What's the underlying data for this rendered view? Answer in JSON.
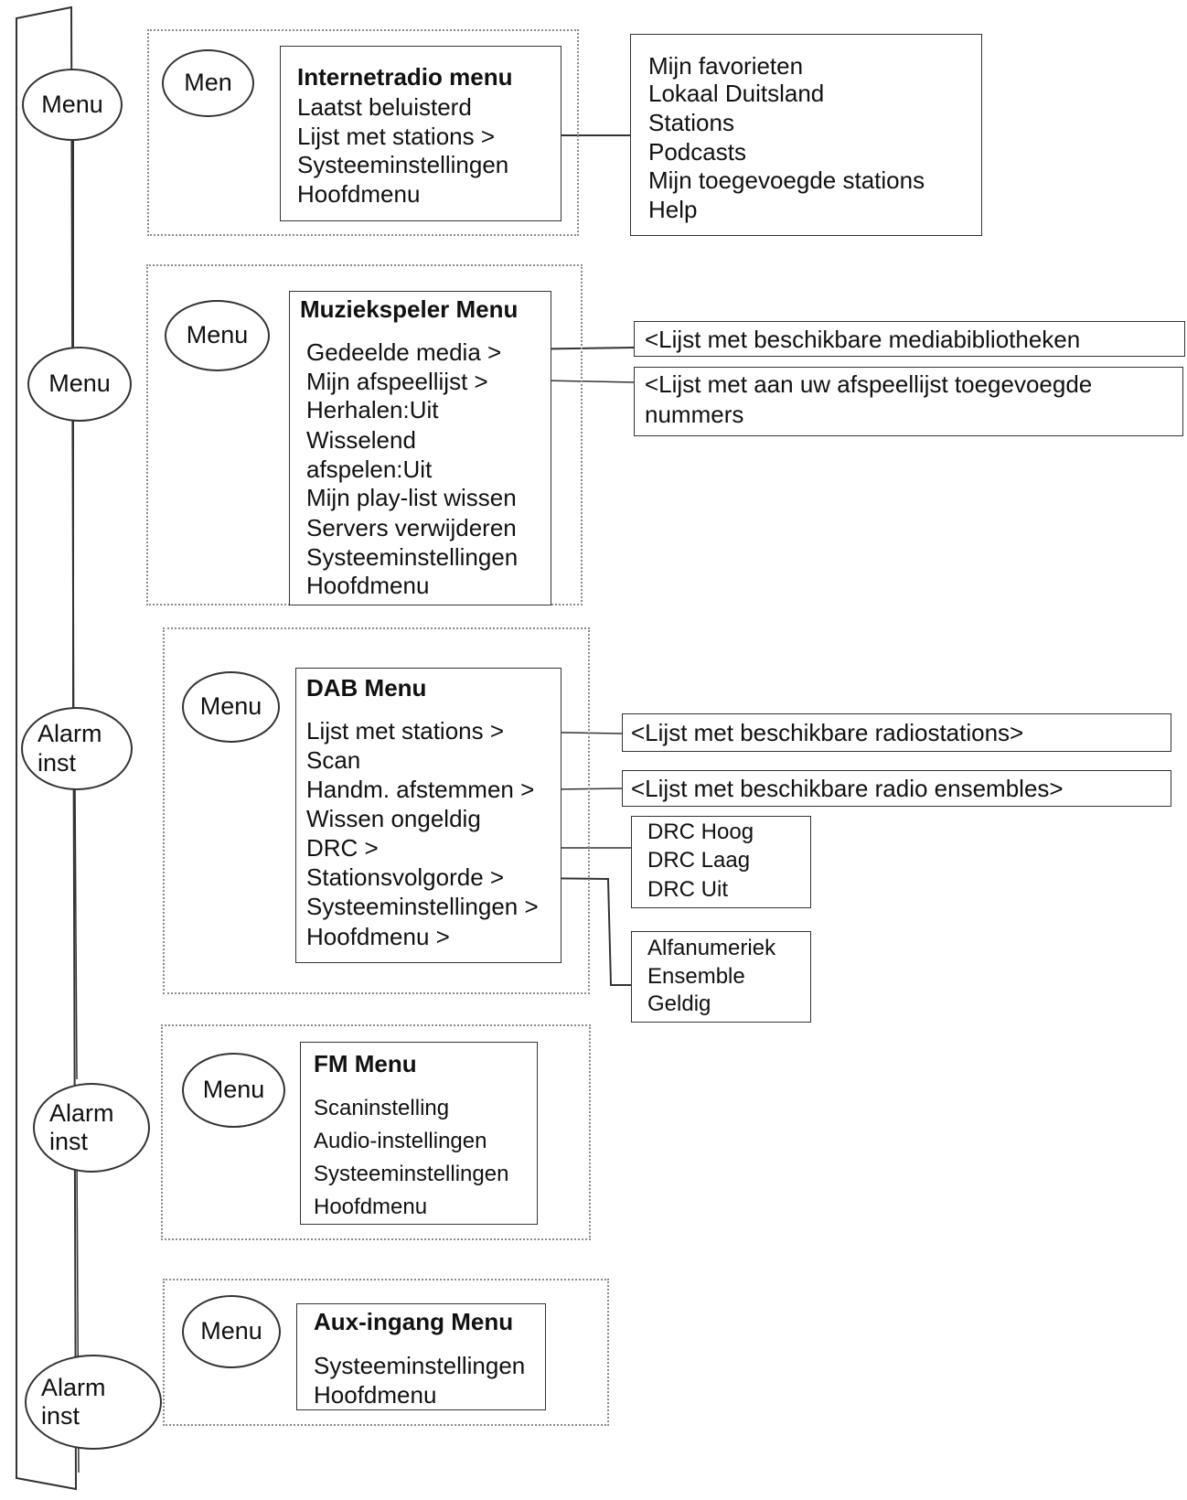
{
  "spine": {
    "node_1": "Menu",
    "node_2": "Menu",
    "node_3": "Alarm inst",
    "node_4": "Alarm inst",
    "node_5": "Alarm inst"
  },
  "internet_radio": {
    "oval": "Men",
    "title": "Internetradio menu",
    "items": [
      "Laatst beluisterd",
      "Lijst met stations >",
      "Systeeminstellingen",
      "Hoofdmenu"
    ],
    "sub": [
      "Mijn favorieten",
      "Lokaal Duitsland",
      "Stations",
      "Podcasts",
      "Mijn toegevoegde stations",
      "Help"
    ]
  },
  "music_player": {
    "oval": "Menu",
    "title": "Muziekspeler Menu",
    "items": [
      "Gedeelde media >",
      "Mijn afspeellijst >",
      "Herhalen:Uit",
      "Wisselend",
      "afspelen:Uit",
      "Mijn play-list wissen",
      "Servers verwijderen",
      "Systeeminstellingen",
      "Hoofdmenu"
    ],
    "note_media": "<Lijst met beschikbare mediabibliotheken",
    "note_playlist_1": "<Lijst met aan uw afspeellijst toegevoegde",
    "note_playlist_2": "nummers"
  },
  "dab": {
    "oval": "Menu",
    "title": "DAB Menu",
    "items": [
      "Lijst met stations >",
      "Scan",
      "Handm. afstemmen >",
      "Wissen ongeldig",
      "DRC >",
      "Stationsvolgorde >",
      "Systeeminstellingen >",
      "Hoofdmenu >"
    ],
    "note_stations": "<Lijst met beschikbare radiostations>",
    "note_ensembles": "<Lijst met beschikbare radio ensembles>",
    "drc": [
      "DRC Hoog",
      "DRC Laag",
      "DRC Uit"
    ],
    "order": [
      "Alfanumeriek",
      "Ensemble",
      "Geldig"
    ]
  },
  "fm": {
    "oval": "Menu",
    "title": "FM Menu",
    "items": [
      "Scaninstelling",
      "Audio-instellingen",
      "Systeeminstellingen",
      "Hoofdmenu"
    ]
  },
  "aux": {
    "oval": "Menu",
    "title": "Aux-ingang Menu",
    "items": [
      "Systeeminstellingen",
      "Hoofdmenu"
    ]
  }
}
